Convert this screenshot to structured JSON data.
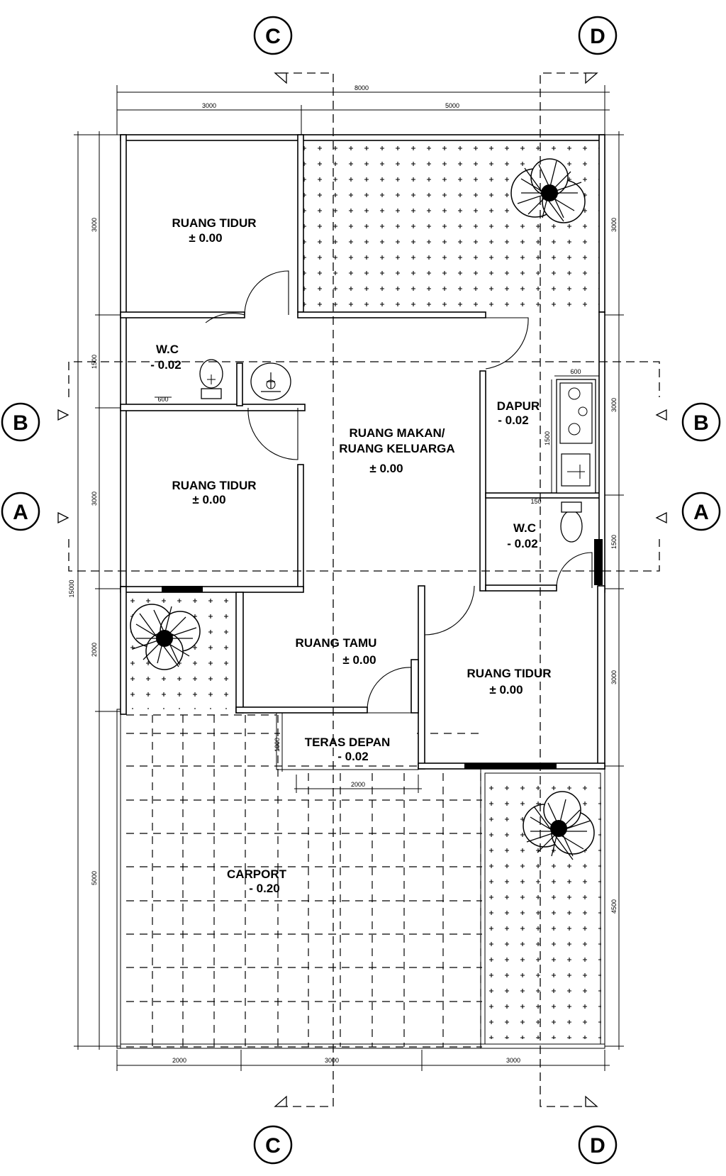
{
  "colors": {
    "line": "#000000",
    "paper": "#ffffff"
  },
  "section_markers": {
    "c_top": "C",
    "d_top": "D",
    "b_left": "B",
    "b_right": "B",
    "a_left": "A",
    "a_right": "A",
    "c_bottom": "C",
    "d_bottom": "D"
  },
  "rooms": {
    "bedroom_1": {
      "name": "RUANG TIDUR",
      "level": "± 0.00"
    },
    "wc_1": {
      "name": "W.C",
      "level": "- 0.02"
    },
    "bedroom_2": {
      "name": "RUANG TIDUR",
      "level": "± 0.00"
    },
    "dining_family": {
      "name_line1": "RUANG MAKAN/",
      "name_line2": "RUANG KELUARGA",
      "level": "± 0.00"
    },
    "kitchen": {
      "name": "DAPUR",
      "level": "- 0.02"
    },
    "wc_2": {
      "name": "W.C",
      "level": "- 0.02"
    },
    "living": {
      "name": "RUANG TAMU",
      "level": "± 0.00"
    },
    "bedroom_3": {
      "name": "RUANG TIDUR",
      "level": "± 0.00"
    },
    "terrace": {
      "name": "TERAS DEPAN",
      "level": "- 0.02"
    },
    "carport": {
      "name": "CARPORT",
      "level": "- 0.20"
    }
  },
  "dimensions": {
    "top_total": "8000",
    "top_left": "3000",
    "top_right": "5000",
    "left_total": "15000",
    "left_1": "3000",
    "left_2": "1500",
    "left_3": "3000",
    "left_4": "2000",
    "left_5": "5000",
    "right_1": "3000",
    "right_2": "3000",
    "right_3": "1500",
    "right_4": "3000",
    "right_5": "4500",
    "kitchen_width": "600",
    "kitchen_length": "1500",
    "kitchen_small": "150",
    "terrace_depth": "1000",
    "terrace_width": "2000",
    "bottom_1": "2000",
    "bottom_2": "3000",
    "bottom_3": "3000",
    "wc_small": "600"
  }
}
